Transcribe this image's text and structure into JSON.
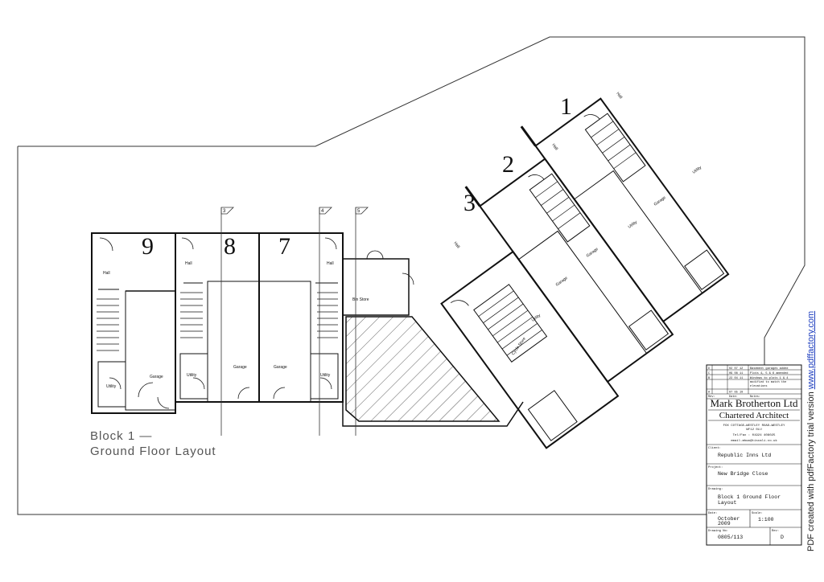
{
  "plot_numbers": [
    "9",
    "8",
    "7",
    "3",
    "2",
    "1"
  ],
  "flag_labels": [
    "3",
    "4",
    "5"
  ],
  "rooms": {
    "hall": "Hall",
    "garage": "Garage",
    "utility": "Utility",
    "bin_store": "Bin Store",
    "cycle_store": "Cycle Store"
  },
  "drawing_caption": {
    "line1": "Block 1 —",
    "line2": "Ground Floor Layout"
  },
  "revisions": [
    {
      "rev": "D",
      "date": "02 07 12",
      "note": "Basement garages added"
    },
    {
      "rev": "C",
      "date": "09 08 11",
      "note": "Plots 4, 5 & 6 amended"
    },
    {
      "rev": "B",
      "date": "22 04 11",
      "note": "Windows to plots 1 & 4"
    },
    {
      "rev": "",
      "date": "",
      "note": "modified to match the"
    },
    {
      "rev": "",
      "date": "",
      "note": "elevations"
    },
    {
      "rev": "A",
      "date": "07 05 10",
      "note": ""
    }
  ],
  "revision_header": {
    "rev": "Rev:",
    "date": "Date:",
    "note": "Notes:"
  },
  "firm": {
    "name": "Mark Brotherton Ltd",
    "title": "Chartered Architect",
    "address1": "FOX COTTAGE—WESTLEY ROAD—WESTLEY",
    "address2": "WF12 0LU",
    "telfax": "Tel/Fax : 01924 408025",
    "email": "email.mbwo@tiscali.co.uk"
  },
  "fields": {
    "client_label": "Client:",
    "client": "Republic Inns Ltd",
    "project_label": "Project:",
    "project": "New Bridge Close",
    "drawing_label": "Drawing:",
    "drawing_line1": "Block 1 Ground Floor",
    "drawing_line2": "Layout",
    "date_label": "Date:",
    "date_line1": "October",
    "date_line2": "2009",
    "scale_label": "Scale:",
    "scale": "1:100",
    "drawing_no_label": "Drawing No:",
    "drawing_no": "0805/113",
    "rev_label": "Rev:",
    "rev": "D"
  },
  "watermark": {
    "text": "PDF created with pdfFactory trial version",
    "link": "www.pdffactory.com"
  }
}
